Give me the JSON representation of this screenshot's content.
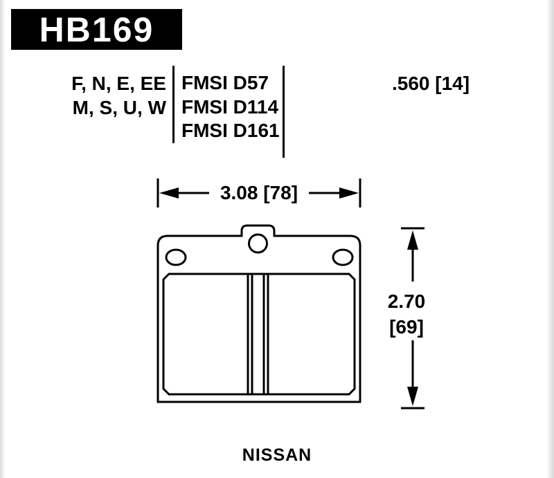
{
  "page": {
    "part_number": "HB169",
    "brand_footer": "NISSAN"
  },
  "spec": {
    "compound_codes": [
      "F, N, E, EE",
      "M, S, U, W"
    ],
    "fmsi": [
      "FMSI D57",
      "FMSI D114",
      "FMSI D161"
    ],
    "pad_thickness": ".560 [14]"
  },
  "dimensions": {
    "width_label": "3.08 [78]",
    "height_value": "2.70",
    "height_mm": "[69]"
  },
  "colors": {
    "ink": "#000000",
    "header_bg": "#000000",
    "header_text": "#ffffff",
    "background": "#ffffff"
  }
}
